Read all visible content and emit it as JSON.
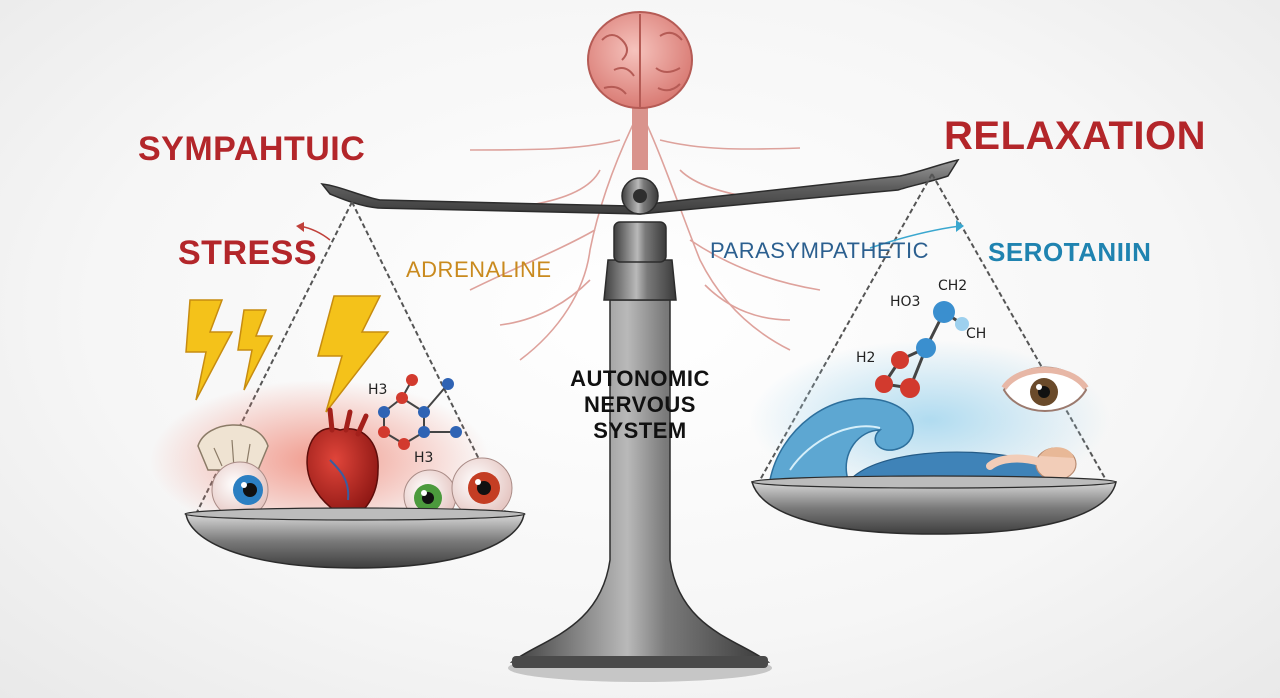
{
  "labels": {
    "sympathetic": "SYMPAHTUIC",
    "relaxation": "RELAXATION",
    "stress": "STRESS",
    "adrenaline": "ADRENALINE",
    "parasympathetic": "PARASYMPATHETIC",
    "serotonin": "SEROTANIIN",
    "center": "AUTONOMIC NERVOUS SYSTEM"
  },
  "molecule_labels": {
    "left_top": "H3",
    "left_bottom": "H3",
    "right_ho": "HO3",
    "right_ch2": "CH2",
    "right_ch": "CH",
    "right_h2": "H2"
  },
  "colors": {
    "red_text": "#b3262a",
    "adrenaline_text": "#c98a1e",
    "parasympathetic_text": "#2b5f8f",
    "serotonin_text": "#1f83b0",
    "metal": "#6e6e6e",
    "bolt": "#f4c21a",
    "stress_glow": "#f08a7a",
    "calm_glow": "#a8d8ef"
  },
  "icons": [
    "brain-icon",
    "lightning-icon",
    "heart-icon",
    "eye-icon",
    "shell-icon",
    "wave-icon",
    "sleeping-person-icon",
    "molecule-icon"
  ]
}
